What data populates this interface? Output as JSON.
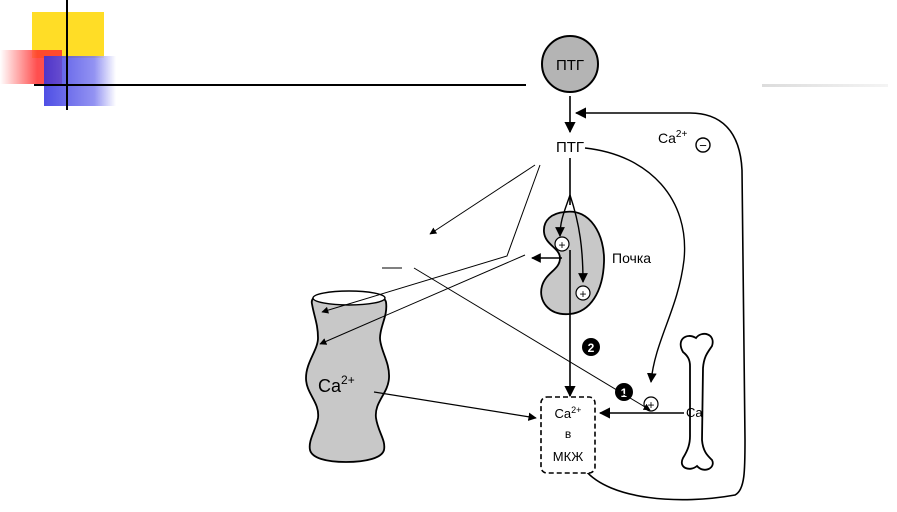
{
  "labels": {
    "ptg_circle": "ПТГ",
    "ptg": "ПТГ",
    "ca_feedback": "Ca",
    "ca_feedback_sup": "2+",
    "feedback_sign": "−",
    "kidney": "Почка",
    "kidney_plus_top": "+",
    "kidney_plus_bottom": "+",
    "bone_plus": "+",
    "step_one": "1",
    "step_two": "2",
    "ecf_ca": "Ca",
    "ecf_ca_sup": "2+",
    "ecf_in": "в",
    "ecf_name": "МКЖ",
    "gut_ca": "Ca",
    "gut_ca_sup": "2+",
    "bone_ca": "Ca"
  },
  "colors": {
    "deco_yellow": "#ffd700",
    "deco_red": "#ff4040",
    "deco_blue": "#2020e0",
    "gray_fill": "#c8c8c8",
    "circle_fill": "#b4b4b4",
    "line": "#000000"
  }
}
